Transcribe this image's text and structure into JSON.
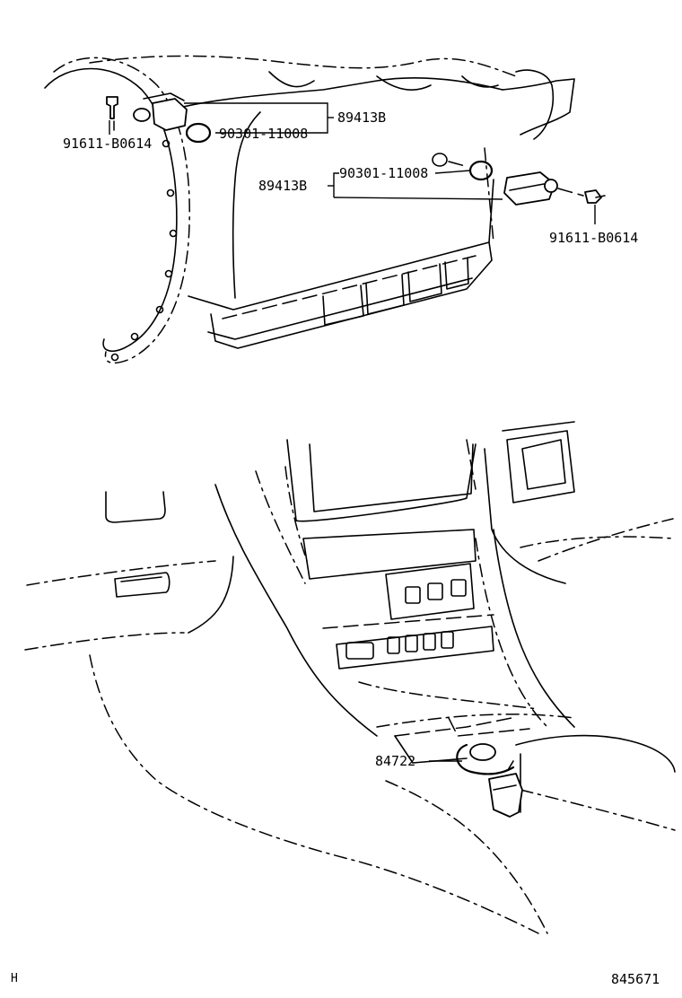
{
  "upper_view": {
    "callouts": {
      "bolt_left": "91611-B0614",
      "gasket_left": "90301-11008",
      "sensor_left": "89413B",
      "gasket_right": "90301-11008",
      "sensor_right": "89413B",
      "bolt_right": "91611-B0614"
    }
  },
  "lower_view": {
    "callouts": {
      "connector": "84722"
    }
  },
  "footer": {
    "corner_code": "H",
    "illustration_number": "845671"
  }
}
